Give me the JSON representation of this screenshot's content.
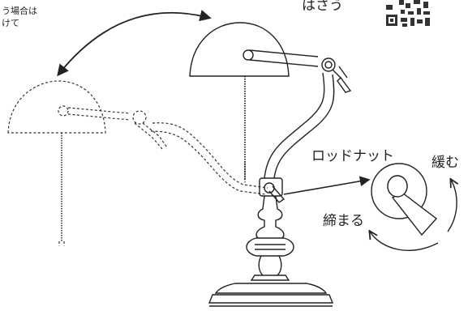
{
  "note": {
    "line1": "う場合は",
    "line2": "けて"
  },
  "top_label": "はさう",
  "labels": {
    "rod_nut": "ロッドナット",
    "loosen": "緩む",
    "tighten": "締まる"
  },
  "colors": {
    "line": "#222222",
    "background": "#ffffff"
  }
}
